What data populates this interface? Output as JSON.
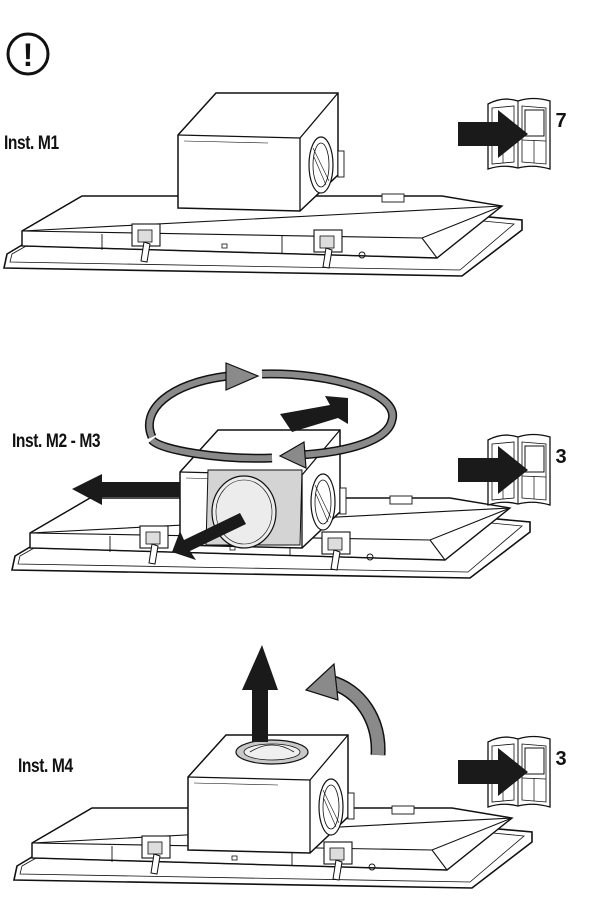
{
  "notice": {
    "icon": "exclamation-icon",
    "glyph": "!"
  },
  "panels": [
    {
      "label": "Inst. M1",
      "page_ref": "7"
    },
    {
      "label": "Inst. M2 - M3",
      "page_ref": "3"
    },
    {
      "label": "Inst. M4",
      "page_ref": "3"
    }
  ],
  "colors": {
    "ink": "#111111",
    "arrow_grey": "#8a8a8a",
    "fill_white": "#ffffff",
    "shade": "#d0d0d0"
  }
}
